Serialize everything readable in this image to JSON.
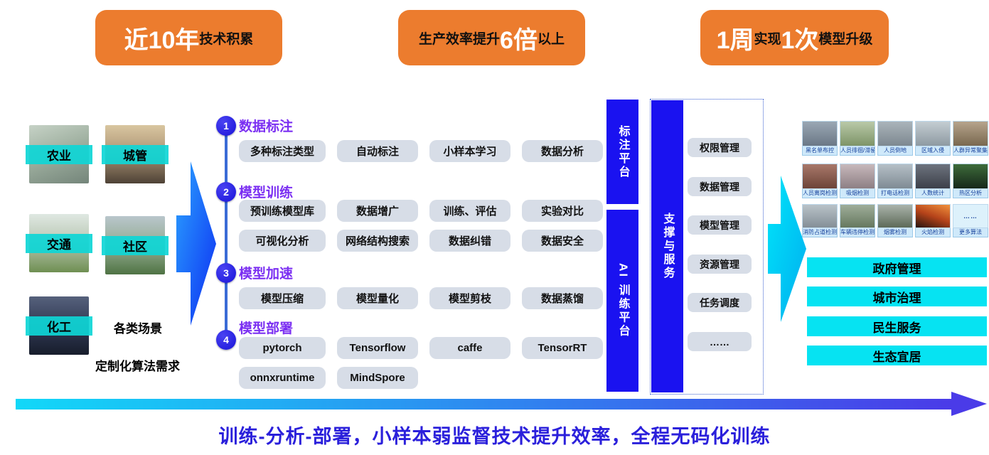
{
  "banners": [
    {
      "parts": [
        {
          "t": "近10年"
        },
        {
          "t": "技术积累"
        }
      ]
    },
    {
      "parts": [
        {
          "t": "生产效率提升"
        },
        {
          "t": "6倍"
        },
        {
          "t": "以上"
        }
      ]
    },
    {
      "parts": [
        {
          "t": "1周"
        },
        {
          "t": "实现"
        },
        {
          "t": "1次"
        },
        {
          "t": "模型升级"
        }
      ]
    }
  ],
  "scenarios": {
    "items": [
      {
        "label": "农业"
      },
      {
        "label": "城管"
      },
      {
        "label": "交通"
      },
      {
        "label": "社区"
      },
      {
        "label": "化工"
      }
    ],
    "caption1": "各类场景",
    "caption2": "定制化算法需求"
  },
  "pipeline": {
    "steps": [
      {
        "num": "1",
        "title": "数据标注",
        "tags": [
          "多种标注类型",
          "自动标注",
          "小样本学习",
          "数据分析"
        ]
      },
      {
        "num": "2",
        "title": "模型训练",
        "tags": [
          "预训练模型库",
          "数据增广",
          "训练、评估",
          "实验对比",
          "可视化分析",
          "网络结构搜索",
          "数据纠错",
          "数据安全"
        ]
      },
      {
        "num": "3",
        "title": "模型加速",
        "tags": [
          "模型压缩",
          "模型量化",
          "模型剪枝",
          "数据蒸馏"
        ]
      },
      {
        "num": "4",
        "title": "模型部署",
        "tags": [
          "pytorch",
          "Tensorflow",
          "caffe",
          "TensorRT",
          "onnxruntime",
          "MindSpore"
        ]
      }
    ]
  },
  "platforms": {
    "annotation": "标注平台",
    "training": "AI 训练平台",
    "support": "支撑与服务"
  },
  "services": [
    "权限管理",
    "数据管理",
    "模型管理",
    "资源管理",
    "任务调度",
    "……"
  ],
  "algorithms": [
    "黑名单布控",
    "人员徘徊/滞留",
    "人员倒地",
    "区域入侵",
    "人群异常聚集",
    "人员离岗检测",
    "吸烟检测",
    "打电话检测",
    "人数统计",
    "热区分析",
    "消防占道检测",
    "车辆违停检测",
    "烟雾检测",
    "火焰检测",
    "更多算法"
  ],
  "more_dots": "……",
  "applications": [
    "政府管理",
    "城市治理",
    "民生服务",
    "生态宜居"
  ],
  "footer": {
    "caption": "训练-分析-部署，小样本弱监督技术提升效率，全程无码化训练"
  },
  "colors": {
    "banner_orange": "#EC7C2E",
    "platform_blue": "#1A12F0",
    "step_title_purple": "#7B2FF2",
    "tag_gray": "#D7DDE7",
    "scenario_cyan": "#0ED6D6",
    "application_cyan": "#06E3F2",
    "footer_blue": "#2B20DB",
    "arrow_gradient_start": "#12D8F8",
    "arrow_gradient_end": "#4A3BE8"
  }
}
